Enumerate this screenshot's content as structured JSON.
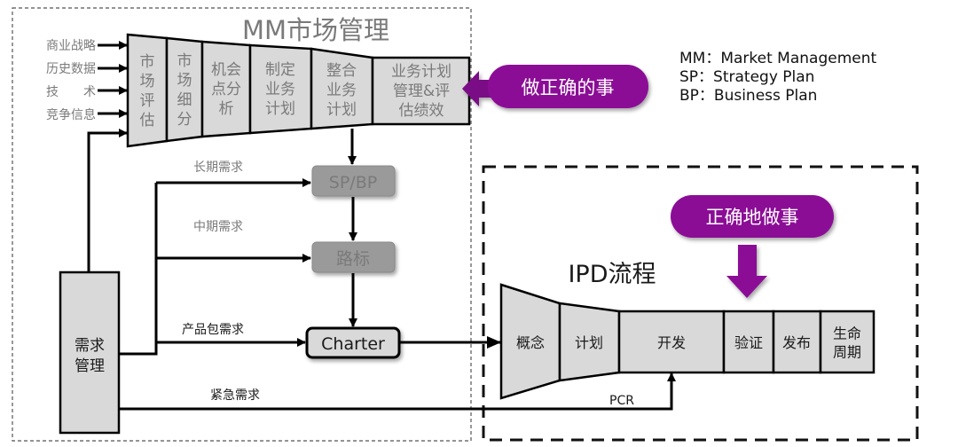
{
  "mm_section": {
    "title": "MM市场管理",
    "inputs": [
      "商业战略",
      "历史数据",
      "技　　术",
      "竞争信息"
    ],
    "stages": [
      {
        "lines": [
          "市",
          "场",
          "评",
          "估"
        ]
      },
      {
        "lines": [
          "市",
          "场",
          "细",
          "分"
        ]
      },
      {
        "lines": [
          "机会",
          "点分",
          "析"
        ]
      },
      {
        "lines": [
          "制定",
          "业务",
          "计划"
        ]
      },
      {
        "lines": [
          "整合",
          "业务",
          "计划"
        ]
      },
      {
        "lines": [
          "业务计划",
          "管理&评",
          "估绩效"
        ]
      }
    ],
    "callout": "做正确的事"
  },
  "flow_nodes": {
    "sp_bp": "SP/BP",
    "roadmap": "路标",
    "charter": "Charter",
    "requirements": [
      "需求",
      "管理"
    ]
  },
  "flow_labels": {
    "long_term": "长期需求",
    "mid_term": "中期需求",
    "package": "产品包需求",
    "urgent": "紧急需求",
    "pcr": "PCR"
  },
  "ipd_section": {
    "title": "IPD流程",
    "callout": "正确地做事",
    "stages": [
      {
        "lines": [
          "概念"
        ]
      },
      {
        "lines": [
          "计划"
        ]
      },
      {
        "lines": [
          "开发"
        ]
      },
      {
        "lines": [
          "验证"
        ]
      },
      {
        "lines": [
          "发布"
        ]
      },
      {
        "lines": [
          "生命",
          "周期"
        ]
      }
    ]
  },
  "legend": [
    "MM：Market Management",
    "SP：Strategy Plan",
    "BP：Business Plan"
  ],
  "colors": {
    "callout_purple": "#8b0a96",
    "stage_fill": "#d9d9d9",
    "node_gray": "#9a9a9a"
  }
}
